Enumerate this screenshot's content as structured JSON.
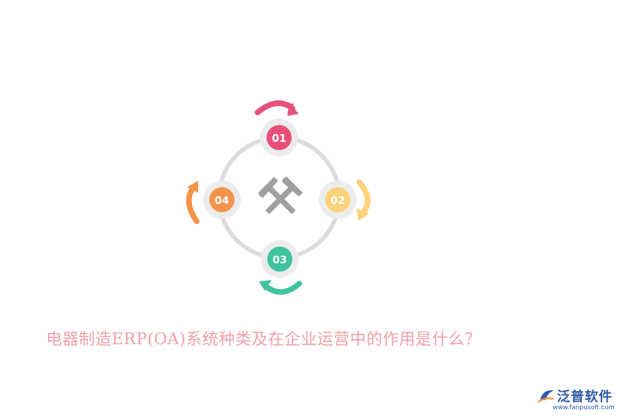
{
  "caption": "电器制造ERP(OA)系统种类及在企业运营中的作用是什么？",
  "nodes": [
    {
      "label": "01",
      "color": "#e8507a"
    },
    {
      "label": "02",
      "color": "#fdd27a"
    },
    {
      "label": "03",
      "color": "#3fc3a0"
    },
    {
      "label": "04",
      "color": "#f4934a"
    }
  ],
  "ring_color": "#dcdcdc",
  "center_icon": "crossed-hammers-icon",
  "center_icon_color": "#a0a0a0",
  "brand": {
    "name": "泛普软件",
    "url": "www.fanpusoft.com",
    "color": "#2f5aa6",
    "logo_icon": "fanpu-logo-icon"
  }
}
